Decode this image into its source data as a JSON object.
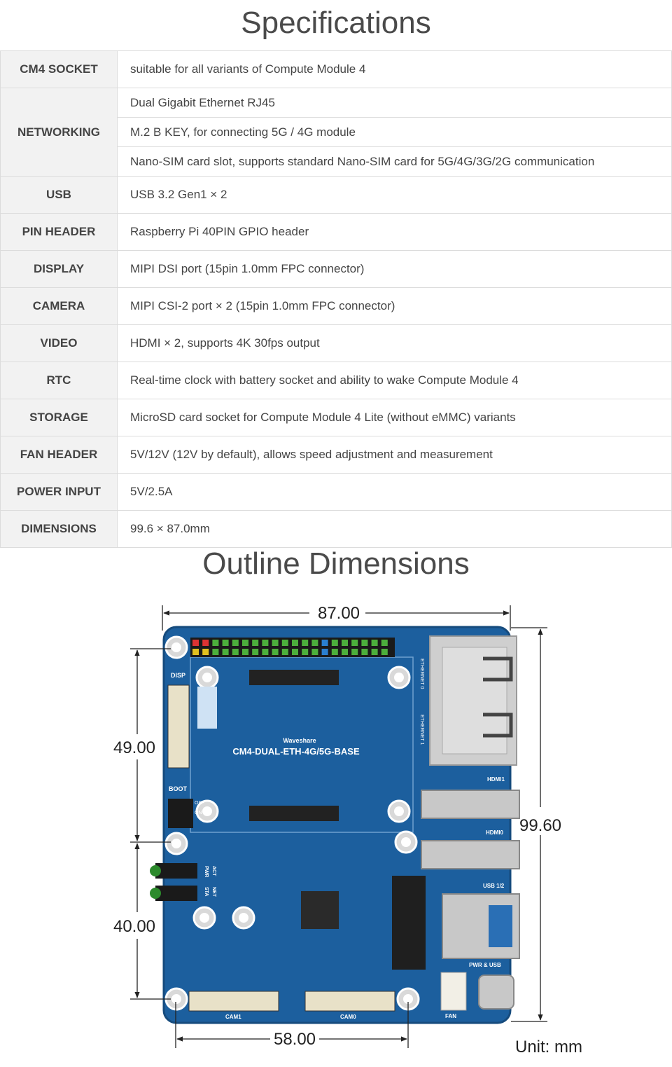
{
  "titles": {
    "specifications": "Specifications",
    "outline": "Outline Dimensions"
  },
  "specs": {
    "cm4_socket": {
      "label": "CM4 SOCKET",
      "value": "suitable for all variants of Compute Module 4"
    },
    "networking": {
      "label": "NETWORKING",
      "values": [
        "Dual Gigabit Ethernet RJ45",
        "M.2 B KEY, for connecting 5G / 4G module",
        "Nano-SIM card slot, supports standard Nano-SIM card for 5G/4G/3G/2G communication"
      ]
    },
    "usb": {
      "label": "USB",
      "value": "USB 3.2 Gen1 × 2"
    },
    "pin_header": {
      "label": "PIN HEADER",
      "value": "Raspberry Pi 40PIN GPIO header"
    },
    "display": {
      "label": "DISPLAY",
      "value": "MIPI DSI port (15pin 1.0mm FPC connector)"
    },
    "camera": {
      "label": "CAMERA",
      "value": "MIPI CSI-2 port × 2 (15pin 1.0mm FPC connector)"
    },
    "video": {
      "label": "VIDEO",
      "value": "HDMI × 2, supports 4K 30fps output"
    },
    "rtc": {
      "label": "RTC",
      "value": "Real-time clock with battery socket and ability to wake Compute Module 4"
    },
    "storage": {
      "label": "STORAGE",
      "value": "MicroSD card socket for Compute Module 4 Lite (without eMMC) variants"
    },
    "fan_header": {
      "label": "FAN HEADER",
      "value": "5V/12V (12V by default), allows speed adjustment and measurement"
    },
    "power_input": {
      "label": "POWER INPUT",
      "value": "5V/2.5A"
    },
    "dimensions": {
      "label": "DIMENSIONS",
      "value": "99.6 × 87.0mm"
    }
  },
  "diagram": {
    "dims": {
      "width_top": "87.00",
      "height_right": "99.60",
      "left_upper": "49.00",
      "left_lower": "40.00",
      "bottom": "58.00",
      "unit": "Unit: mm"
    },
    "board": {
      "brand": "Waveshare",
      "model": "CM4-DUAL-ETH-4G/5G-BASE",
      "labels": {
        "disp": "DISP",
        "boot": "BOOT",
        "off": "OFF",
        "on": "ON",
        "eth0": "ETHERNET 0",
        "eth1": "ETHERNET 1",
        "hdmi1": "HDMI1",
        "hdmi0": "HDMI0",
        "usb12": "USB 1/2",
        "pwr_usb": "PWR & USB",
        "fan": "FAN",
        "cam1": "CAM1",
        "cam0": "CAM0",
        "act": "ACT",
        "pwr": "PWR",
        "net": "NET",
        "sta": "STA"
      }
    },
    "colors": {
      "board": "#1c5f9e",
      "pcb_edge": "#164b7d",
      "metal": "#c8c8c8"
    }
  }
}
